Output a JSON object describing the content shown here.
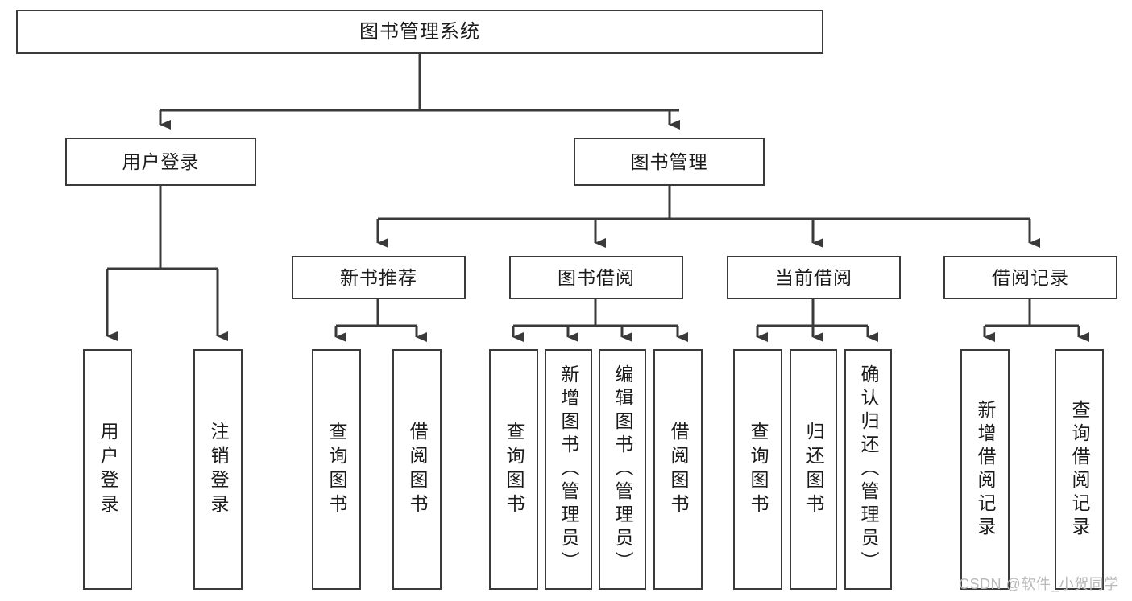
{
  "diagram": {
    "title": "图书管理系统",
    "type": "tree-hierarchy",
    "root": {
      "label": "图书管理系统"
    },
    "level1": [
      {
        "label": "用户登录"
      },
      {
        "label": "图书管理"
      }
    ],
    "level2": [
      {
        "label": "新书推荐"
      },
      {
        "label": "图书借阅"
      },
      {
        "label": "当前借阅"
      },
      {
        "label": "借阅记录"
      }
    ],
    "leaves": {
      "user_login": [
        {
          "label": "用户登录"
        },
        {
          "label": "注销登录"
        }
      ],
      "new_book_recommend": [
        {
          "label": "查询图书"
        },
        {
          "label": "借阅图书"
        }
      ],
      "book_borrow": [
        {
          "label": "查询图书"
        },
        {
          "label": "新增图书（管理员）"
        },
        {
          "label": "编辑图书（管理员）"
        },
        {
          "label": "借阅图书"
        }
      ],
      "current_borrow": [
        {
          "label": "查询图书"
        },
        {
          "label": "归还图书"
        },
        {
          "label": "确认归还（管理员）"
        }
      ],
      "borrow_record": [
        {
          "label": "新增借阅记录"
        },
        {
          "label": "查询借阅记录"
        }
      ]
    }
  },
  "watermark": {
    "text": "CSDN @软件_小贺同学"
  },
  "colors": {
    "box_border": "#3a3a3a",
    "box_fill": "#ffffff",
    "line": "#3a3a3a",
    "text": "#1b1b1b",
    "watermark": "#b9b9b9",
    "background": "#ffffff"
  }
}
